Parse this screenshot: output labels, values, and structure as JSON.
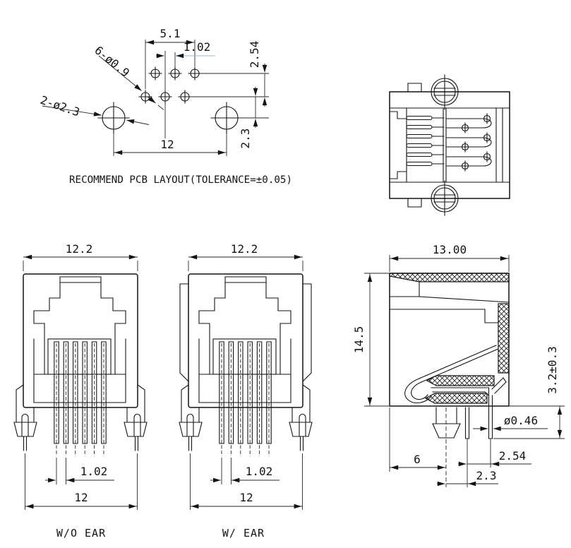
{
  "pcb_layout": {
    "note": "RECOMMEND PCB LAYOUT(TOLERANCE=±0.05)",
    "dim_pin_span": "5.1",
    "dim_pin_pitch": "1.02",
    "dim_row_pitch": "2.54",
    "label_small_holes": "6-ø0.9",
    "label_big_holes": "2-ø2.3",
    "dim_mount_span": "12",
    "dim_row_to_mount": "2.3"
  },
  "front_without_ear": {
    "dim_width": "12.2",
    "dim_pin_pitch": "1.02",
    "dim_foot_span": "12",
    "caption": "W/O EAR"
  },
  "front_with_ear": {
    "dim_width": "12.2",
    "dim_pin_pitch": "1.02",
    "dim_foot_span": "12",
    "caption": "W/ EAR"
  },
  "side_view": {
    "dim_depth": "13.00",
    "dim_height": "14.5",
    "dim_standoff": "3.2±0.3",
    "dim_pin_dia": "ø0.46",
    "dim_peg_offset": "6",
    "dim_pin_pitch": "2.54",
    "dim_peg_to_pin": "2.3"
  }
}
